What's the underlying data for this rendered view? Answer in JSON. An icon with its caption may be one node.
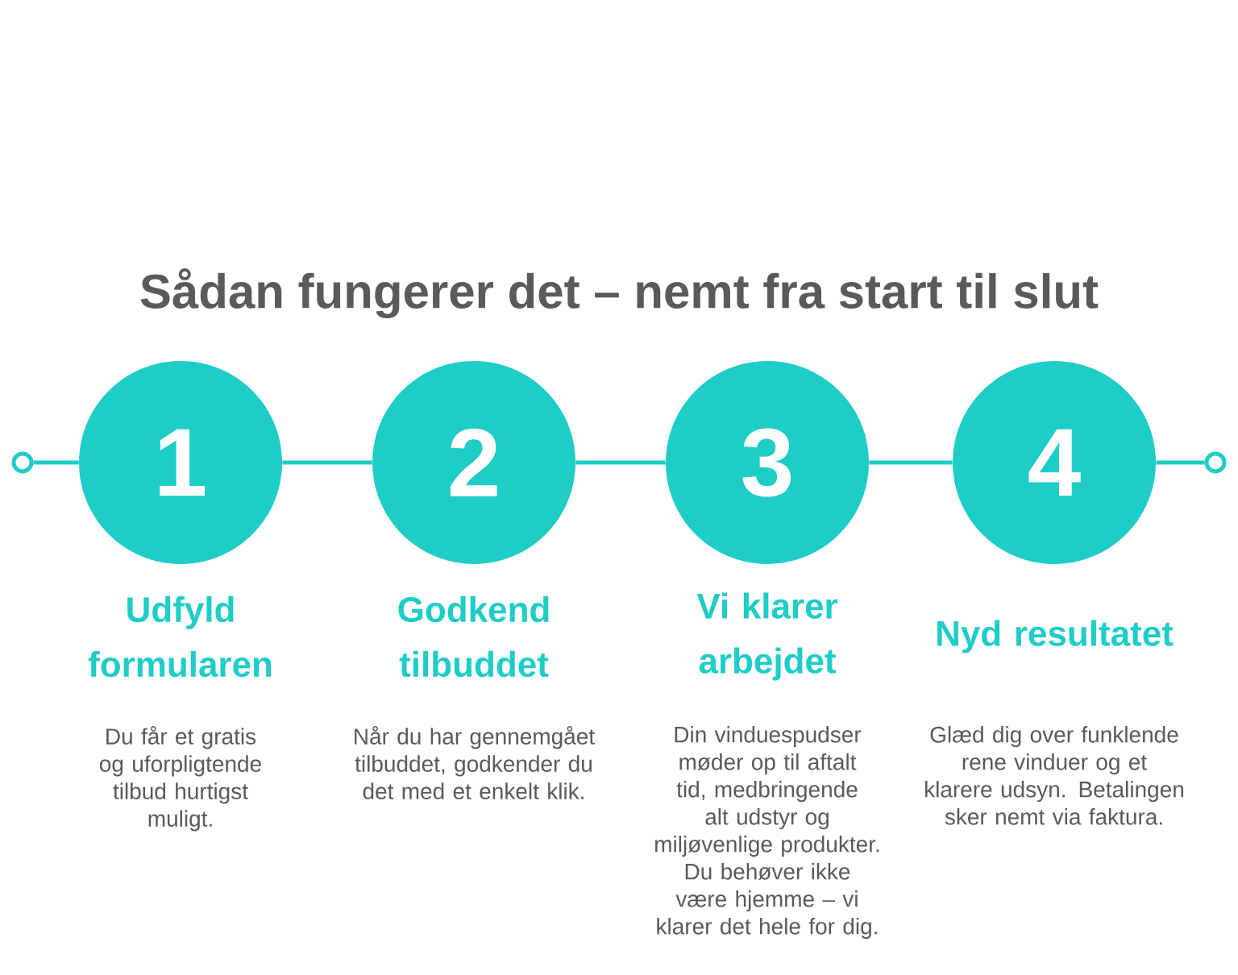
{
  "diagram": {
    "title": "Sådan fungerer det – nemt fra start til slut",
    "nodes": [
      {
        "text": [],
        "shape": "circle"
      },
      {
        "text": [
          "1"
        ],
        "beside": [
          "Udfyld formularen",
          "Du får et gratis og uforpligtende tilbud hurtigst muligt."
        ]
      },
      {
        "text": [
          "2"
        ],
        "beside": [
          "Godkend tilbuddet",
          "Når du har gennemgået tilbuddet, godkender du det med et enkelt klik."
        ]
      },
      {
        "text": [
          "3"
        ],
        "beside": [
          "Vi klarer arbejdet",
          "Din vinduespudser møder op til aftalt tid, medbringende alt udstyr og miljøvenlige produkter.",
          "Du behøver ikke være hjemme – vi klarer det hele for dig."
        ]
      },
      {
        "text": [
          "4"
        ],
        "beside": [
          "Nyd resultatet",
          "Glæd dig over funklende rene vinduer og et klarere udsyn. Betalingen sker nemt via faktura."
        ]
      },
      {
        "text": [],
        "shape": "circle"
      }
    ],
    "edges": [
      {
        "from": 0,
        "to": 1,
        "arrow": "none"
      },
      {
        "from": 1,
        "to": 2,
        "arrow": "none"
      },
      {
        "from": 2,
        "to": 3,
        "arrow": "none"
      },
      {
        "from": 3,
        "to": 4,
        "arrow": "none"
      },
      {
        "from": 4,
        "to": 5,
        "arrow": "none"
      }
    ]
  }
}
